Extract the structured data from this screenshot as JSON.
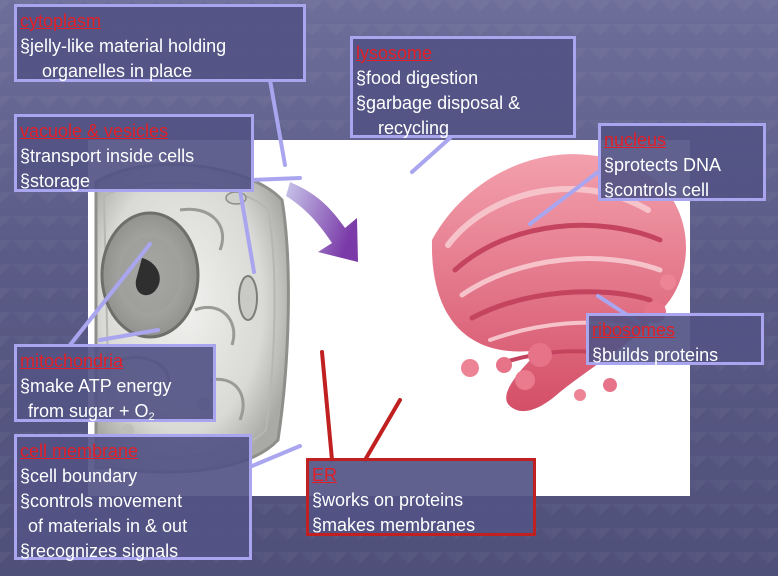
{
  "labels": {
    "cytoplasm": {
      "title": "cytoplasm",
      "lines": [
        "§jelly-like material holding",
        "organelles in place"
      ]
    },
    "vacuole": {
      "title": "vacuole & vesicles",
      "lines": [
        "§transport inside cells",
        "§storage"
      ]
    },
    "lysosome": {
      "title": "lysosome",
      "lines": [
        "§food digestion",
        "§garbage disposal &",
        "recycling"
      ]
    },
    "nucleus": {
      "title": "nucleus",
      "lines": [
        "§protects DNA",
        "§controls cell"
      ]
    },
    "ribosomes": {
      "title": "ribosomes",
      "lines": [
        "§builds proteins"
      ]
    },
    "mitochondria": {
      "title": "mitochondria",
      "lines": [
        "§make ATP energy"
      ],
      "formula_prefix": "from sugar + O",
      "formula_subscript": "2"
    },
    "cell_membrane": {
      "title": "cell membrane",
      "lines": [
        "§cell boundary",
        "§controls movement",
        "of materials in & out",
        "§recognizes signals"
      ]
    },
    "er": {
      "title": "ER",
      "lines": [
        "§works on proteins",
        "§makes membranes"
      ]
    }
  },
  "colors": {
    "background": "#5f608c",
    "box_fill": "#525484",
    "box_border": "#a9a6ef",
    "title_red": "#e41e26",
    "er_border": "#c02020",
    "pointer_line": "#a9a6ef",
    "golgi_pink": "#e86e84"
  },
  "images": [
    "animal-cell-diagram",
    "golgi-apparatus-illustration",
    "zoom-arrow"
  ]
}
